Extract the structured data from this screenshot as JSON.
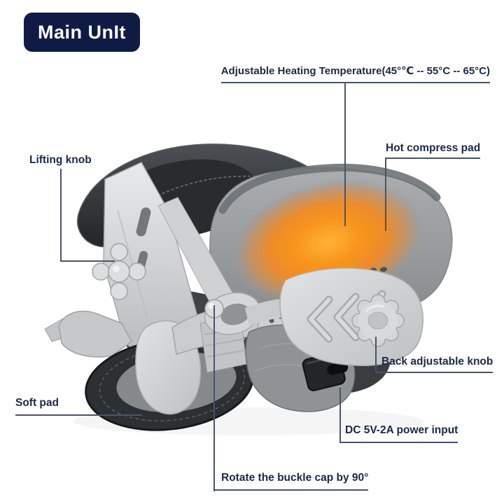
{
  "badge": {
    "label": "Main UnIt"
  },
  "annotations": {
    "heating": "Adjustable Heating Temperature(45°℃ -- 55°C -- 65°C)",
    "hot_pad": "Hot compress pad",
    "lifting_knob": "Lifting knob",
    "back_knob": "Back adjustable knob",
    "soft_pad": "Soft pad",
    "power_input": "DC 5V-2A power input",
    "rotate_buckle": "Rotate the buckle cap by 90°"
  },
  "colors": {
    "badge_bg": "#101b45",
    "label_color": "#1b2947",
    "line_color": "#4a5468",
    "heat_glow": "#f79416",
    "plastic_gray": "#cfd1d3",
    "pad_dark": "#2d3033"
  }
}
